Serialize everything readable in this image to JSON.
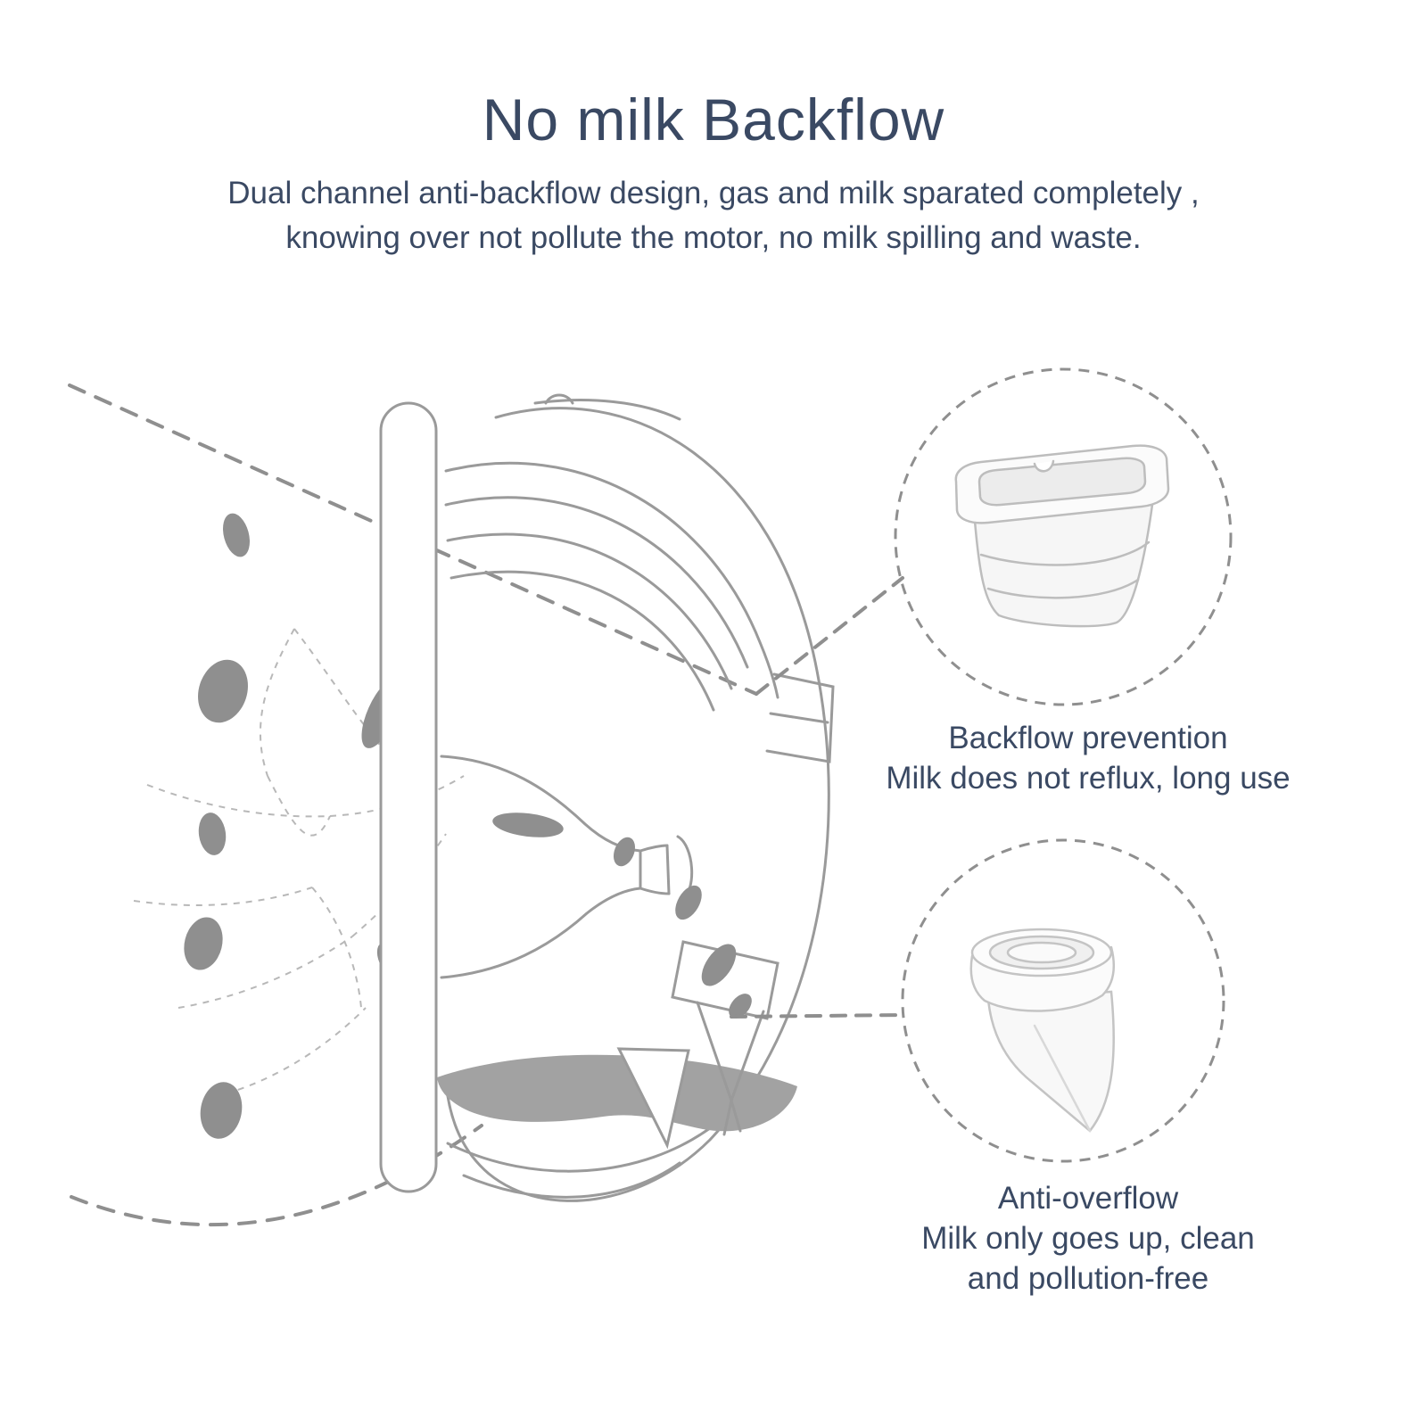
{
  "page": {
    "title": "No milk Backflow",
    "subtitle_line1": "Dual channel anti-backflow design, gas and milk sparated completely ,",
    "subtitle_line2": "knowing over not pollute the motor, no milk spilling and waste."
  },
  "callouts": [
    {
      "id": "backflow-prevention",
      "title": "Backflow prevention",
      "description": "Milk does not reflux, long use"
    },
    {
      "id": "anti-overflow",
      "title": "Anti-overflow",
      "description_line1": "Milk only goes up, clean",
      "description_line2": "and pollution-free"
    }
  ],
  "diagram": {
    "type": "product-cross-section",
    "subject": "wearable breast pump anti-backflow system",
    "parts": [
      "breast-outline-dashed",
      "milk-duct-branches",
      "milk-drops",
      "pump-shell",
      "flange-funnel",
      "backflow-valve-seat",
      "duckbill-valve",
      "collected-milk-pool",
      "backflow-prevention-membrane-detail",
      "anti-overflow-duckbill-detail"
    ]
  },
  "colors": {
    "title_text": "#3a4963",
    "body_text": "#3a4963",
    "diagram_stroke": "#9a9a9a",
    "dashed_guide": "#8f8f8f",
    "milk_fill": "#8f8f8f",
    "milk_pool_fill": "#a2a2a2",
    "background": "#ffffff"
  }
}
